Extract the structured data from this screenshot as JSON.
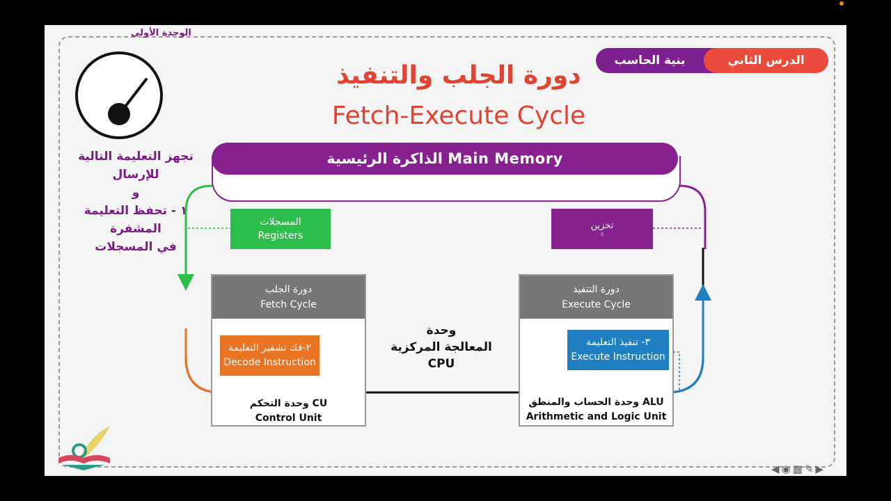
{
  "unit": "الوحدة الأولى",
  "lesson": {
    "number_label": "الدرس الثاني",
    "topic": "بنية الحاسب"
  },
  "title": {
    "arabic": "دورة الجلب والتنفيذ",
    "english": "Fetch-Execute Cycle"
  },
  "side_note": [
    "تجهز التعليمة التالية",
    "للإرسال",
    "و",
    "١ - تحفظ التعليمة",
    "المشفرة",
    "في المسجلات"
  ],
  "memory": {
    "label": "الذاكرة الرئيسية Main Memory"
  },
  "registers": {
    "ar": "المسجلات",
    "en": "Registers"
  },
  "store": {
    "ar": "تخزين",
    "en": "s"
  },
  "fetch_cycle": {
    "ar": "دورة الجلب",
    "en": "Fetch Cycle"
  },
  "execute_cycle": {
    "ar": "دورة التنفيذ",
    "en": "Execute Cycle"
  },
  "decode": {
    "ar": "٢-فك تشفير التعليمة",
    "en": "Decode Instruction"
  },
  "execute": {
    "ar": "٣- تنفيذ التعليمة",
    "en": "Execute Instruction"
  },
  "cpu": {
    "line1": "وحدة",
    "line2": "المعالجة المركزية",
    "line3": "CPU"
  },
  "control_unit": {
    "ar": "وحدة التحكم CU",
    "en": "Control Unit"
  },
  "alu": {
    "ar": "وحدة الحساب والمنطق ALU",
    "en": "Arithmetic and Logic Unit"
  },
  "colors": {
    "purple": "#87218f",
    "red": "#e04431",
    "green": "#2dbd4a",
    "orange": "#ea7324",
    "blue": "#1f7fc0",
    "gray": "#777777"
  },
  "nav_icons": [
    "arrow-left-icon",
    "lens-icon",
    "grid-icon",
    "pen-icon",
    "arrow-right-icon"
  ]
}
